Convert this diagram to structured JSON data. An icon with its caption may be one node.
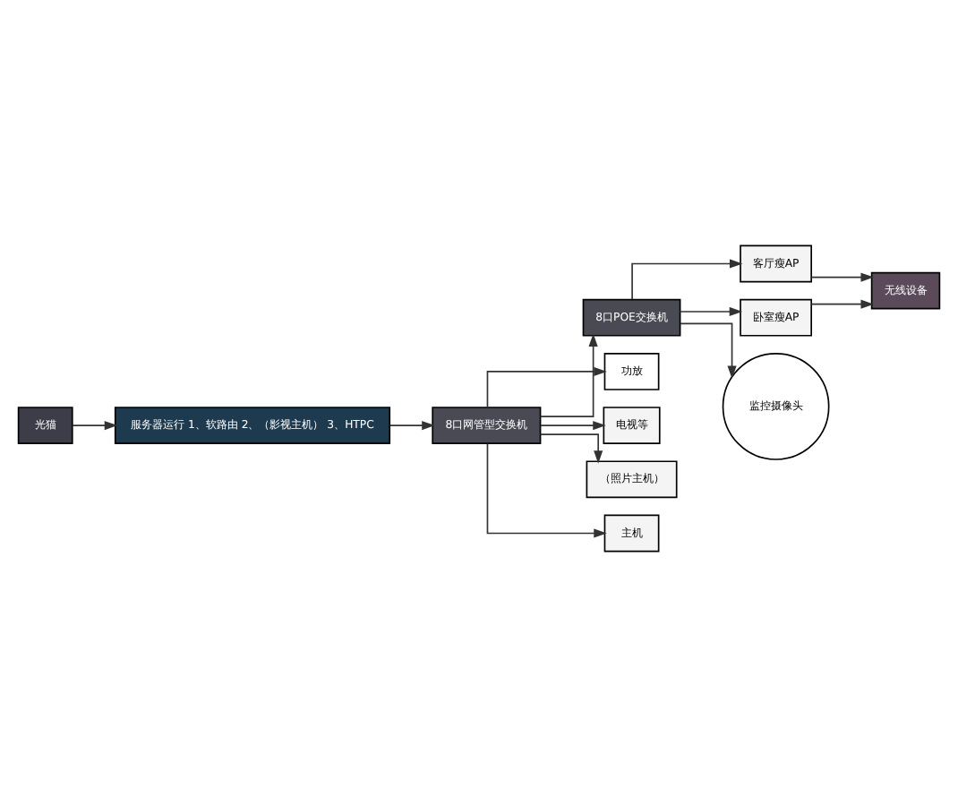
{
  "diagram": {
    "nodes": [
      {
        "text": [
          "光猫"
        ]
      },
      {
        "text": [
          "服务器运行 1、软路由 2、（影视主机） 3、HTPC"
        ]
      },
      {
        "text": [
          "8口网管型交换机"
        ]
      },
      {
        "text": [
          "8口POE交换机"
        ]
      },
      {
        "text": [
          "功放"
        ]
      },
      {
        "text": [
          "电视等"
        ]
      },
      {
        "text": [
          "（照片主机）"
        ]
      },
      {
        "text": [
          "主机"
        ]
      },
      {
        "text": [
          "客厅瘦AP"
        ]
      },
      {
        "text": [
          "卧室瘦AP"
        ]
      },
      {
        "text": [
          "监控摄像头"
        ]
      },
      {
        "text": [
          "无线设备"
        ]
      }
    ],
    "edges": [
      {
        "from": 0,
        "to": 1,
        "arrow": "to"
      },
      {
        "from": 1,
        "to": 2,
        "arrow": "to"
      },
      {
        "from": 2,
        "to": 3,
        "arrow": "to"
      },
      {
        "from": 2,
        "to": 4,
        "arrow": "to"
      },
      {
        "from": 2,
        "to": 5,
        "arrow": "to"
      },
      {
        "from": 2,
        "to": 6,
        "arrow": "to"
      },
      {
        "from": 2,
        "to": 7,
        "arrow": "to"
      },
      {
        "from": 3,
        "to": 8,
        "arrow": "to"
      },
      {
        "from": 3,
        "to": 9,
        "arrow": "to"
      },
      {
        "from": 3,
        "to": 10,
        "arrow": "to"
      },
      {
        "from": 8,
        "to": 11,
        "arrow": "to"
      },
      {
        "from": 9,
        "to": 11,
        "arrow": "to"
      }
    ]
  }
}
